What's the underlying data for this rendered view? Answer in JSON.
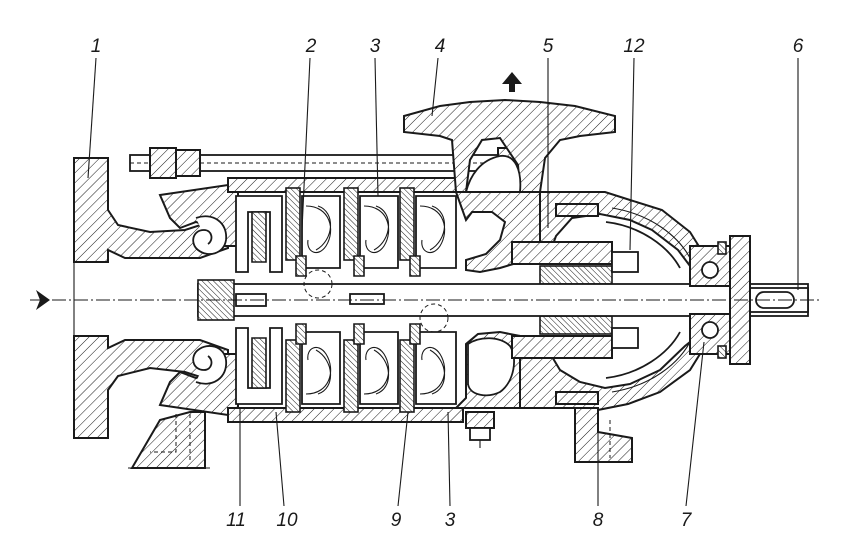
{
  "callouts": {
    "top": [
      {
        "id": "c1",
        "text": "1"
      },
      {
        "id": "c2",
        "text": "2"
      },
      {
        "id": "c3a",
        "text": "3"
      },
      {
        "id": "c4",
        "text": "4"
      },
      {
        "id": "c5",
        "text": "5"
      },
      {
        "id": "c12",
        "text": "12"
      },
      {
        "id": "c6",
        "text": "6"
      }
    ],
    "bottom": [
      {
        "id": "c11",
        "text": "11"
      },
      {
        "id": "c10",
        "text": "10"
      },
      {
        "id": "c9",
        "text": "9"
      },
      {
        "id": "c3b",
        "text": "3"
      },
      {
        "id": "c8",
        "text": "8"
      },
      {
        "id": "c7",
        "text": "7"
      }
    ]
  },
  "colors": {
    "ink": "#1a1a1a",
    "paper": "#ffffff"
  }
}
